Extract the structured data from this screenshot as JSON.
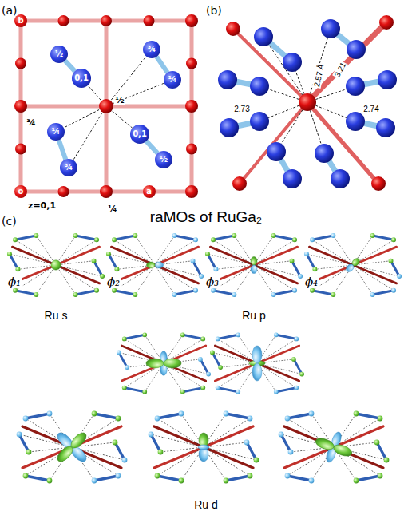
{
  "diagram": {
    "nodes": [
      {
        "text": [
          "b"
        ]
      },
      {
        "text": [
          "½"
        ]
      },
      {
        "text": [
          "¾"
        ]
      },
      {
        "text": [
          "0,1"
        ]
      },
      {
        "text": [
          "¼"
        ]
      },
      {
        "text": [
          "¼"
        ]
      },
      {
        "text": [
          "0,1"
        ]
      },
      {
        "text": [
          "¾"
        ]
      },
      {
        "text": [
          "½"
        ]
      },
      {
        "text": [
          "o"
        ]
      },
      {
        "text": [
          "a"
        ]
      }
    ],
    "edges": [
      {
        "from": 1,
        "to": 3,
        "arrow": "none"
      },
      {
        "from": 2,
        "to": 4,
        "arrow": "none"
      },
      {
        "from": 5,
        "to": 7,
        "arrow": "none"
      },
      {
        "from": 6,
        "to": 8,
        "arrow": "none"
      }
    ],
    "labels": [
      "(a)",
      "¾",
      "½",
      "z=0,1",
      "¼",
      "(b)",
      "2.57 Å",
      "3.21",
      "2.73",
      "2.74",
      "(c)",
      "raMOs of RuGa₂",
      "ϕ₁",
      "ϕ₂",
      "ϕ₃",
      "ϕ₄",
      "Ru s",
      "Ru p",
      "Ru d"
    ]
  }
}
